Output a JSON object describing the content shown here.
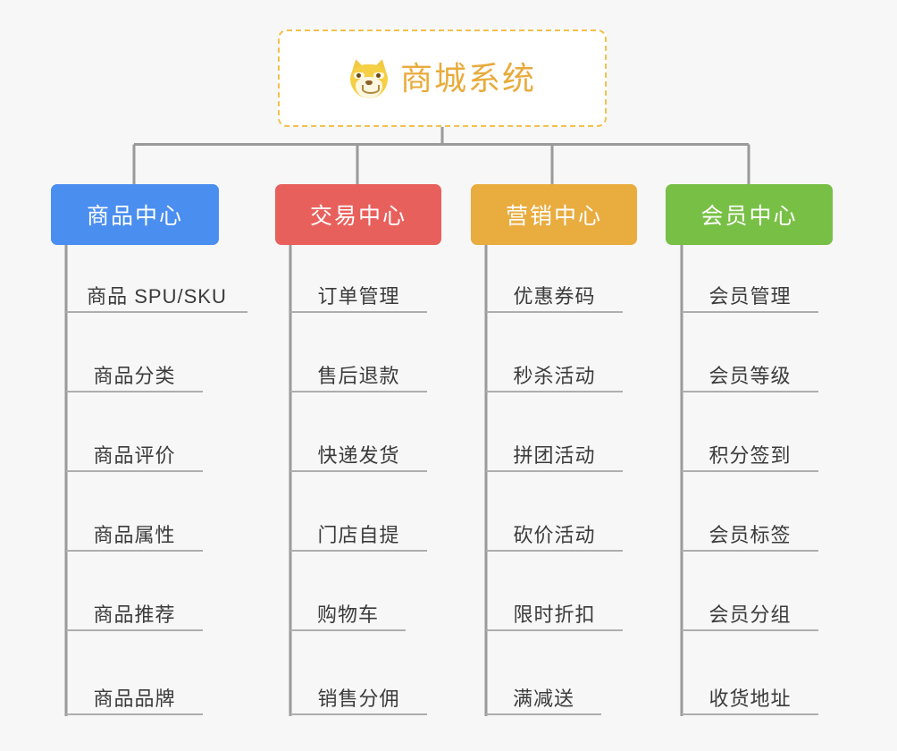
{
  "diagram": {
    "title": "商城系统",
    "background_color": "#f7f7f7",
    "connector_color": "#9a9a9a",
    "root": {
      "label": "商城系统",
      "icon": "shiba-dog-face",
      "text_color": "#e8ab3c",
      "border_color": "#f2c14e",
      "fill_color": "#ffffff"
    },
    "columns": [
      {
        "header": "商品中心",
        "color": "#4a8ef0",
        "items": [
          "商品 SPU/SKU",
          "商品分类",
          "商品评价",
          "商品属性",
          "商品推荐",
          "商品品牌"
        ]
      },
      {
        "header": "交易中心",
        "color": "#e8605c",
        "items": [
          "订单管理",
          "售后退款",
          "快递发货",
          "门店自提",
          "购物车",
          "销售分佣"
        ]
      },
      {
        "header": "营销中心",
        "color": "#e9ac3f",
        "items": [
          "优惠券码",
          "秒杀活动",
          "拼团活动",
          "砍价活动",
          "限时折扣",
          "满减送"
        ]
      },
      {
        "header": "会员中心",
        "color": "#77c045",
        "items": [
          "会员管理",
          "会员等级",
          "积分签到",
          "会员标签",
          "会员分组",
          "收货地址"
        ]
      }
    ]
  }
}
